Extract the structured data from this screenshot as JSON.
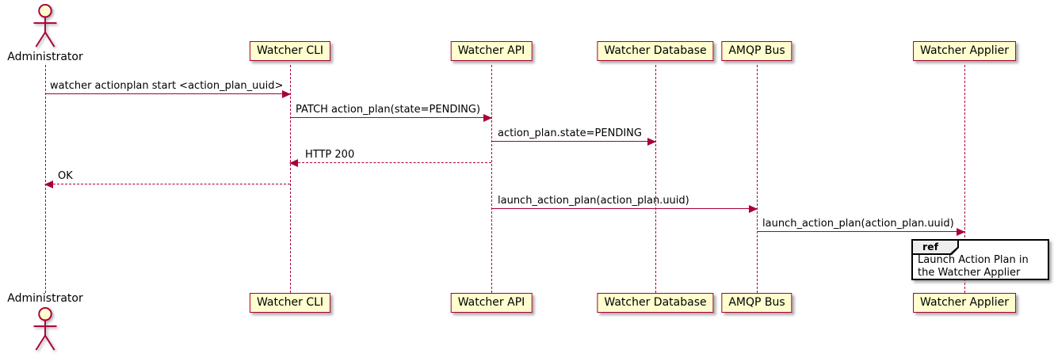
{
  "diagram": {
    "type": "uml-sequence",
    "colors": {
      "line": "#A80036",
      "participant_fill": "#FEFECE",
      "ref_tab_fill": "#EEEEEE",
      "ref_border": "#000000",
      "background": "#ffffff"
    }
  },
  "actor": {
    "name": "Administrator"
  },
  "participants": [
    {
      "name": "Watcher CLI"
    },
    {
      "name": "Watcher API"
    },
    {
      "name": "Watcher Database"
    },
    {
      "name": "AMQP Bus"
    },
    {
      "name": "Watcher Applier"
    }
  ],
  "messages": [
    {
      "from": "Administrator",
      "to": "Watcher CLI",
      "text": "watcher actionplan start <action_plan_uuid>",
      "line": "solid"
    },
    {
      "from": "Watcher CLI",
      "to": "Watcher API",
      "text": "PATCH action_plan(state=PENDING)",
      "line": "solid"
    },
    {
      "from": "Watcher API",
      "to": "Watcher Database",
      "text": "action_plan.state=PENDING",
      "line": "solid"
    },
    {
      "from": "Watcher API",
      "to": "Watcher CLI",
      "text": "HTTP 200",
      "line": "dashed"
    },
    {
      "from": "Watcher CLI",
      "to": "Administrator",
      "text": "OK",
      "line": "dashed"
    },
    {
      "from": "Watcher API",
      "to": "AMQP Bus",
      "text": "launch_action_plan(action_plan.uuid)",
      "line": "solid"
    },
    {
      "from": "AMQP Bus",
      "to": "Watcher Applier",
      "text": "launch_action_plan(action_plan.uuid)",
      "line": "solid"
    }
  ],
  "ref": {
    "keyword": "ref",
    "text": "Launch Action Plan in the Watcher Applier"
  }
}
